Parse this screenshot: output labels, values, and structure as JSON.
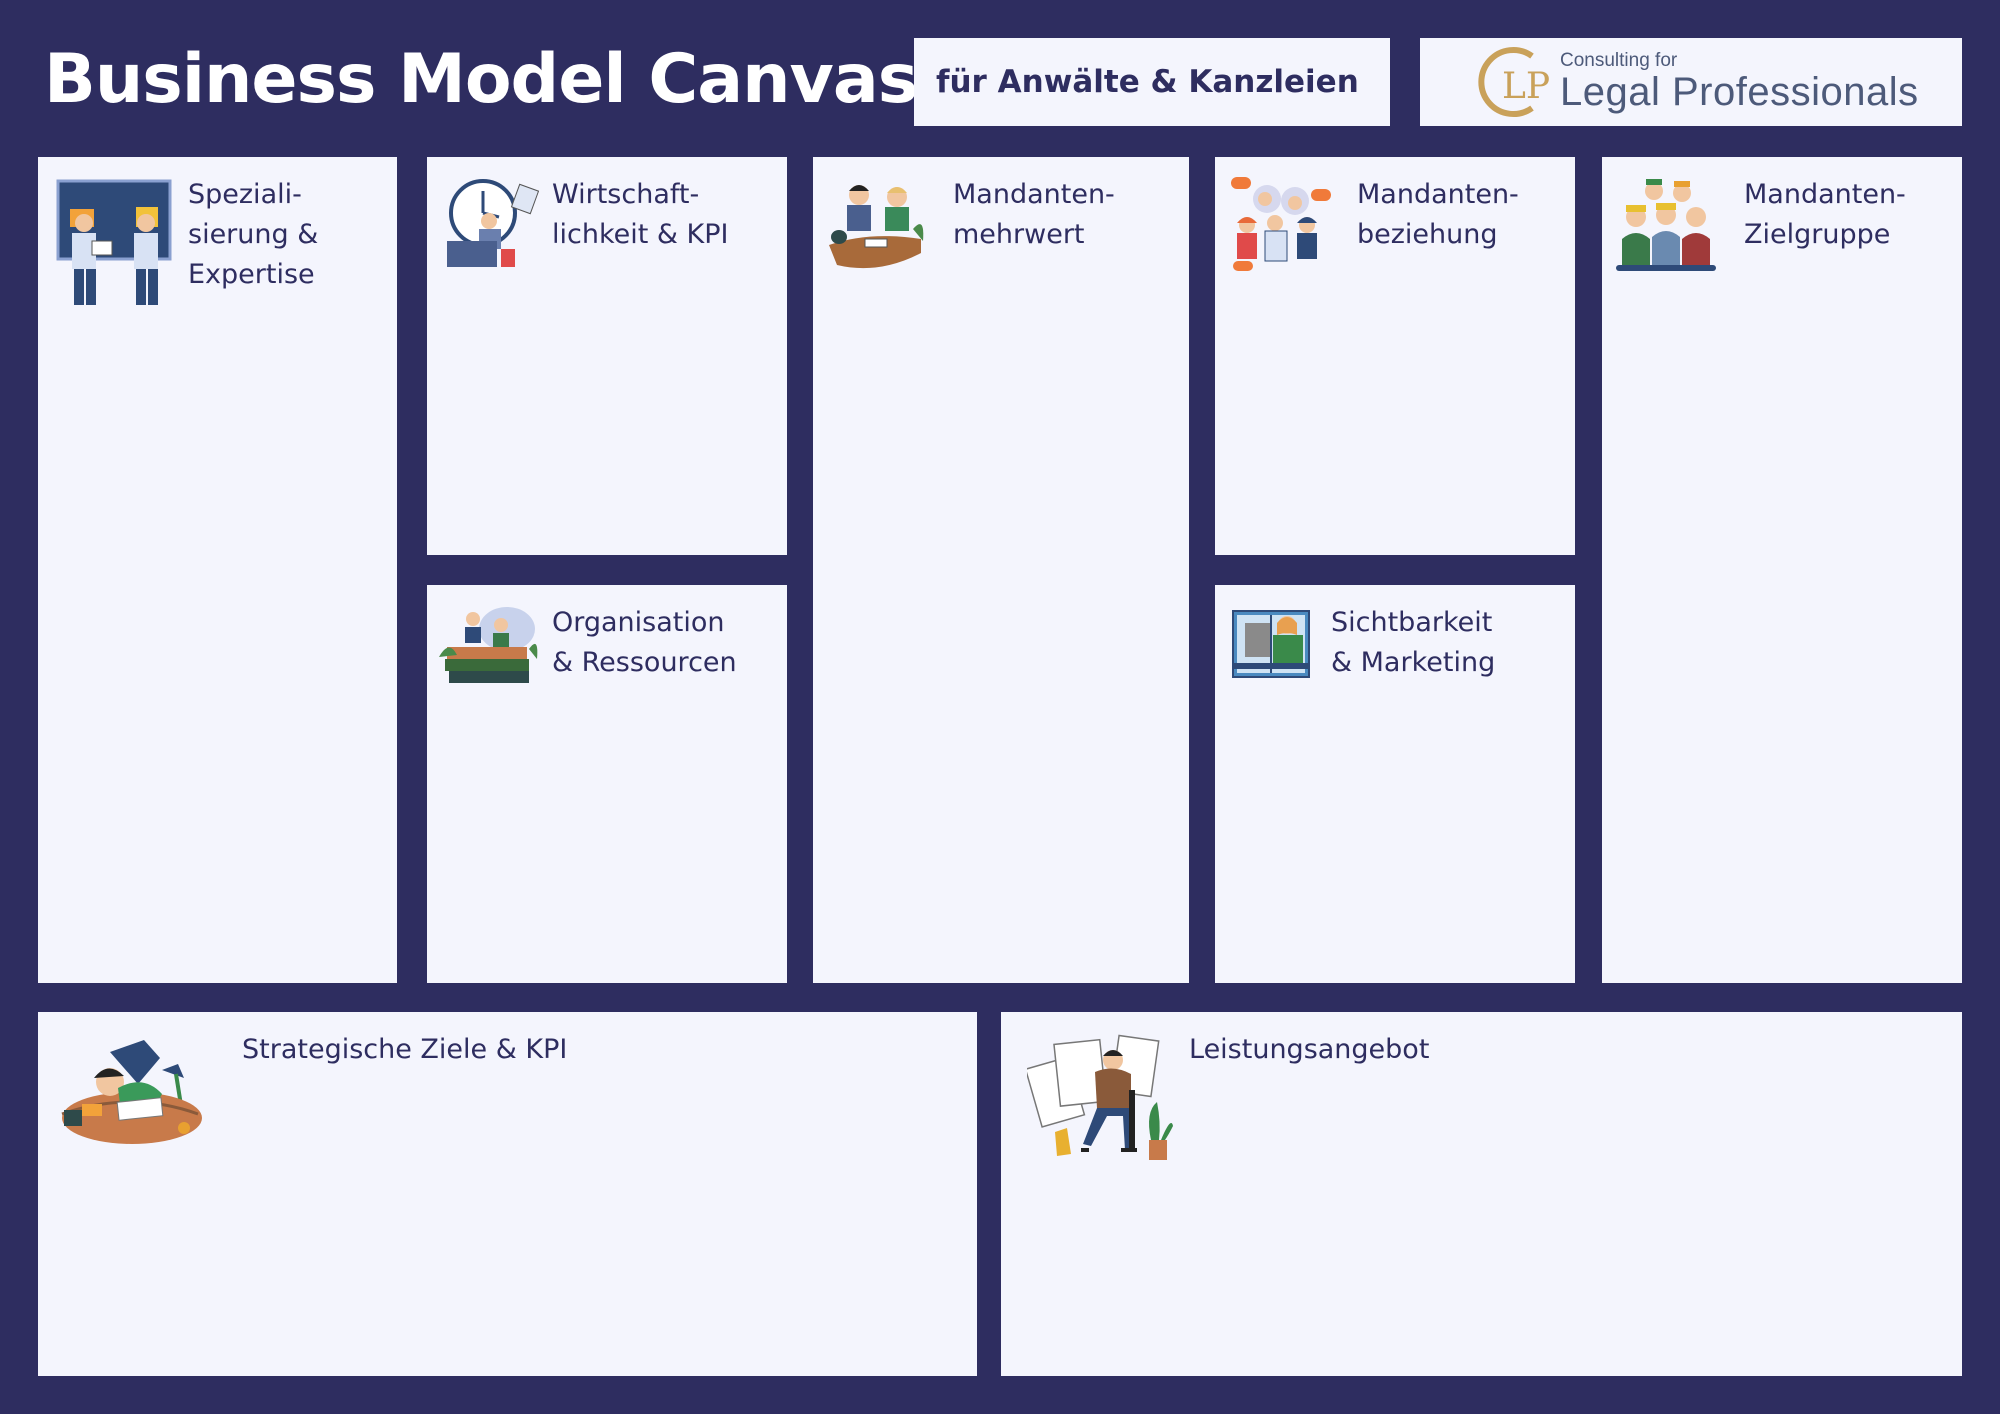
{
  "header": {
    "title": "Business Model Canvas",
    "subtitle": "für Anwälte & Kanzleien"
  },
  "logo": {
    "small_text": "Consulting for",
    "big_text": "Legal Professionals"
  },
  "cards": {
    "specialization": {
      "label": "Speziali-\nsierung &\nExpertise",
      "illustration": "strategy-meeting-icon"
    },
    "economics": {
      "label": "Wirtschaft-\nlichkeit & KPI",
      "illustration": "clock-work-icon"
    },
    "organisation": {
      "label": "Organisation\n& Ressourcen",
      "illustration": "books-team-icon"
    },
    "client_value": {
      "label": "Mandanten-\nmehrwert",
      "illustration": "clients-meeting-icon"
    },
    "client_relationship": {
      "label": "Mandanten-\nbeziehung",
      "illustration": "people-chat-icon"
    },
    "visibility": {
      "label": "Sichtbarkeit\n& Marketing",
      "illustration": "window-marketing-icon"
    },
    "target_group": {
      "label": "Mandanten-\nZielgruppe",
      "illustration": "group-people-icon"
    },
    "strategic_goals": {
      "label": "Strategische Ziele & KPI",
      "illustration": "desk-sleeping-icon"
    },
    "services": {
      "label": "Leistungsangebot",
      "illustration": "chair-plans-icon"
    }
  },
  "colors": {
    "background": "#2e2d60",
    "card": "#f4f5fd",
    "text": "#2e2d60",
    "logo_gold": "#c9a15a"
  }
}
